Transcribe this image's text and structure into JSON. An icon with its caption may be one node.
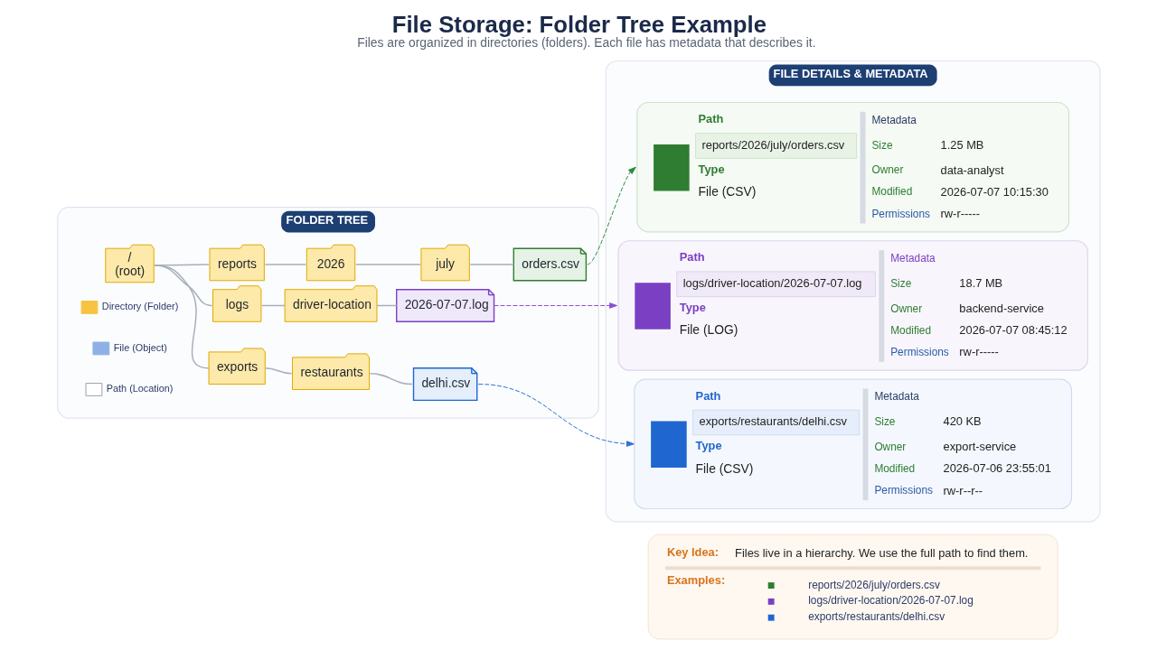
{
  "diagram": {
    "title": "File Storage: Folder Tree Example",
    "caption": "Files are organized in directories (folders). Each file has metadata that describes it.",
    "nodes": [
      {
        "text": [
          "FOLDER TREE"
        ]
      },
      {
        "text": [
          "/",
          "(root)"
        ],
        "in": 0
      },
      {
        "text": [
          "reports"
        ],
        "in": 0
      },
      {
        "text": [
          "2026"
        ],
        "in": 0
      },
      {
        "text": [
          "july"
        ],
        "in": 0
      },
      {
        "text": [
          "orders.csv"
        ],
        "in": 0
      },
      {
        "text": [
          "logs"
        ],
        "in": 0
      },
      {
        "text": [
          "driver-location"
        ],
        "in": 0
      },
      {
        "text": [
          "2026-07-07.log"
        ],
        "in": 0
      },
      {
        "text": [
          "exports"
        ],
        "in": 0
      },
      {
        "text": [
          "restaurants"
        ],
        "in": 0
      },
      {
        "text": [
          "delhi.csv"
        ],
        "in": 0
      },
      {
        "text": [
          "FILE DETAILS & METADATA"
        ]
      },
      {
        "text": [
          "Path",
          "reports/2026/july/orders.csv",
          "Type",
          "File (CSV)",
          "Metadata",
          "Size",
          "1.25 MB",
          "Owner",
          "data-analyst",
          "Modified",
          "2026-07-07 10:15:30",
          "Permissions",
          "rw-r-----"
        ],
        "in": 12
      },
      {
        "text": [
          "Path",
          "logs/driver-location/2026-07-07.log",
          "Type",
          "File (LOG)",
          "Metadata",
          "Size",
          "18.7 MB",
          "Owner",
          "backend-service",
          "Modified",
          "2026-07-07 08:45:12",
          "Permissions",
          "rw-r-----"
        ],
        "in": 12
      },
      {
        "text": [
          "Path",
          "exports/restaurants/delhi.csv",
          "Type",
          "File (CSV)",
          "Metadata",
          "Size",
          "420 KB",
          "Owner",
          "export-service",
          "Modified",
          "2026-07-06 23:55:01",
          "Permissions",
          "rw-r--r--"
        ],
        "in": 12
      },
      {
        "text": [
          "Key Idea:",
          "Files live in a hierarchy. We use the full path to find them.",
          "Examples:",
          "reports/2026/july/orders.csv",
          "logs/driver-location/2026-07-07.log",
          "exports/restaurants/delhi.csv"
        ]
      }
    ],
    "edges": [
      {
        "from": 1,
        "to": 2,
        "arrow": "none"
      },
      {
        "from": 2,
        "to": 3,
        "arrow": "none"
      },
      {
        "from": 3,
        "to": 4,
        "arrow": "none"
      },
      {
        "from": 4,
        "to": 5,
        "arrow": "none"
      },
      {
        "from": 1,
        "to": 6,
        "arrow": "none"
      },
      {
        "from": 6,
        "to": 7,
        "arrow": "none"
      },
      {
        "from": 7,
        "to": 8,
        "arrow": "none"
      },
      {
        "from": 1,
        "to": 9,
        "arrow": "none"
      },
      {
        "from": 9,
        "to": 10,
        "arrow": "none"
      },
      {
        "from": 10,
        "to": 11,
        "arrow": "none"
      },
      {
        "from": 5,
        "to": 13,
        "arrow": "to",
        "style": "dashed",
        "color": "#2e8b3d"
      },
      {
        "from": 8,
        "to": 14,
        "arrow": "to",
        "style": "dashed",
        "color": "#8a4fd0"
      },
      {
        "from": 11,
        "to": 15,
        "arrow": "to",
        "style": "dashed",
        "color": "#2f6fd6"
      }
    ],
    "legend": [
      {
        "text": "Directory (Folder)"
      },
      {
        "text": "File (Object)"
      },
      {
        "text": "Path (Location)"
      }
    ]
  }
}
